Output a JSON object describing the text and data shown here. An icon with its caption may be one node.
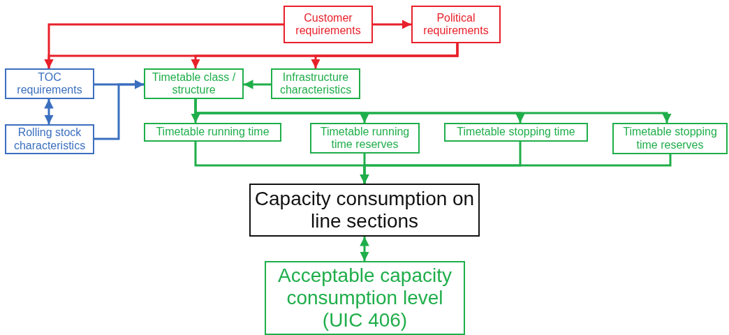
{
  "diagram": {
    "nodes": [
      {
        "text": [
          "Customer requirements"
        ]
      },
      {
        "text": [
          "Political requirements"
        ]
      },
      {
        "text": [
          "TOC requirements"
        ]
      },
      {
        "text": [
          "Timetable class / structure"
        ]
      },
      {
        "text": [
          "Infrastructure characteristics"
        ]
      },
      {
        "text": [
          "Rolling stock characteristics"
        ]
      },
      {
        "text": [
          "Timetable running time"
        ]
      },
      {
        "text": [
          "Timetable running time reserves"
        ]
      },
      {
        "text": [
          "Timetable stopping time"
        ]
      },
      {
        "text": [
          "Timetable stopping time reserves"
        ]
      },
      {
        "text": [
          "Capacity consumption on line sections"
        ]
      },
      {
        "text": [
          "Acceptable capacity consumption level (UIC 406)"
        ]
      }
    ],
    "edges": [
      {
        "from": 0,
        "to": 1,
        "arrow": "to",
        "color": "#e8202a"
      },
      {
        "from": 0,
        "to": 2,
        "arrow": "to",
        "color": "#e8202a"
      },
      {
        "from": 1,
        "to": 2,
        "arrow": "to",
        "color": "#e8202a"
      },
      {
        "from": 1,
        "to": 3,
        "arrow": "to",
        "color": "#e8202a"
      },
      {
        "from": 1,
        "to": 4,
        "arrow": "to",
        "color": "#e8202a"
      },
      {
        "from": 2,
        "to": 5,
        "arrow": "both",
        "color": "#3a6fbf"
      },
      {
        "from": 2,
        "to": 3,
        "arrow": "to",
        "color": "#3a6fbf"
      },
      {
        "from": 5,
        "to": 3,
        "arrow": "to",
        "color": "#3a6fbf"
      },
      {
        "from": 4,
        "to": 3,
        "arrow": "to"
      },
      {
        "from": 3,
        "to": 6,
        "arrow": "to"
      },
      {
        "from": 3,
        "to": 7,
        "arrow": "to"
      },
      {
        "from": 3,
        "to": 8,
        "arrow": "to"
      },
      {
        "from": 3,
        "to": 9,
        "arrow": "to"
      },
      {
        "from": 6,
        "to": 10,
        "arrow": "to"
      },
      {
        "from": 7,
        "to": 10,
        "arrow": "to"
      },
      {
        "from": 8,
        "to": 10,
        "arrow": "to"
      },
      {
        "from": 9,
        "to": 10,
        "arrow": "to"
      },
      {
        "from": 10,
        "to": 11,
        "arrow": "both"
      }
    ]
  }
}
